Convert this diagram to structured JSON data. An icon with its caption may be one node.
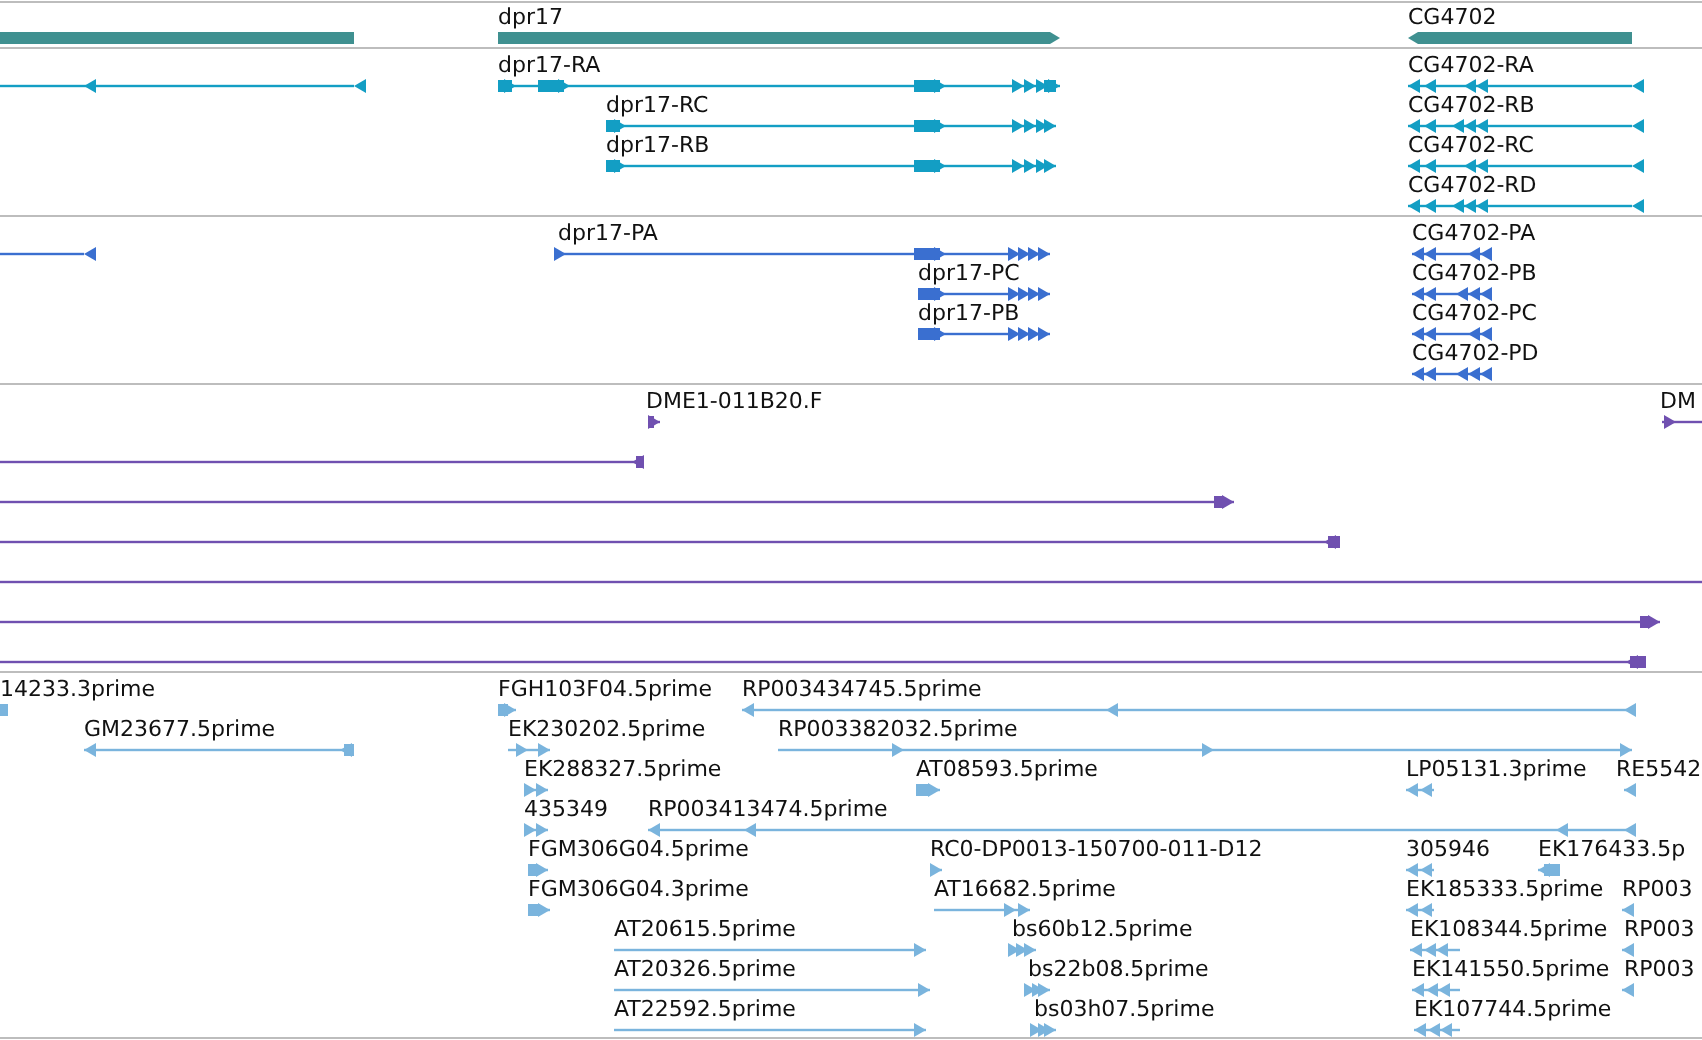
{
  "diagram": {
    "labels": [
      "dpr17",
      "CG4702",
      "dpr17-RA",
      "CG4702-RA",
      "dpr17-RC",
      "CG4702-RB",
      "dpr17-RB",
      "CG4702-RC",
      "CG4702-RD",
      "dpr17-PA",
      "CG4702-PA",
      "dpr17-PC",
      "CG4702-PB",
      "dpr17-PB",
      "CG4702-PC",
      "CG4702-PD",
      "DME1-011B20.F",
      "DM",
      "14233.3prime",
      "FGH103F04.5prime",
      "RP003434745.5prime",
      "GM23677.5prime",
      "EK230202.5prime",
      "RP003382032.5prime",
      "EK288327.5prime",
      "AT08593.5prime",
      "LP05131.3prime",
      "RE5542",
      "435349",
      "RP003413474.5prime",
      "FGM306G04.5prime",
      "RC0-DP0013-150700-011-D12",
      "305946",
      "EK176433.5p",
      "FGM306G04.3prime",
      "AT16682.5prime",
      "EK185333.5prime",
      "RP003",
      "AT20615.5prime",
      "bs60b12.5prime",
      "EK108344.5prime",
      "RP003",
      "AT20326.5prime",
      "bs22b08.5prime",
      "EK141550.5prime",
      "RP003",
      "AT22592.5prime",
      "bs03h07.5prime",
      "EK107744.5prime"
    ]
  }
}
